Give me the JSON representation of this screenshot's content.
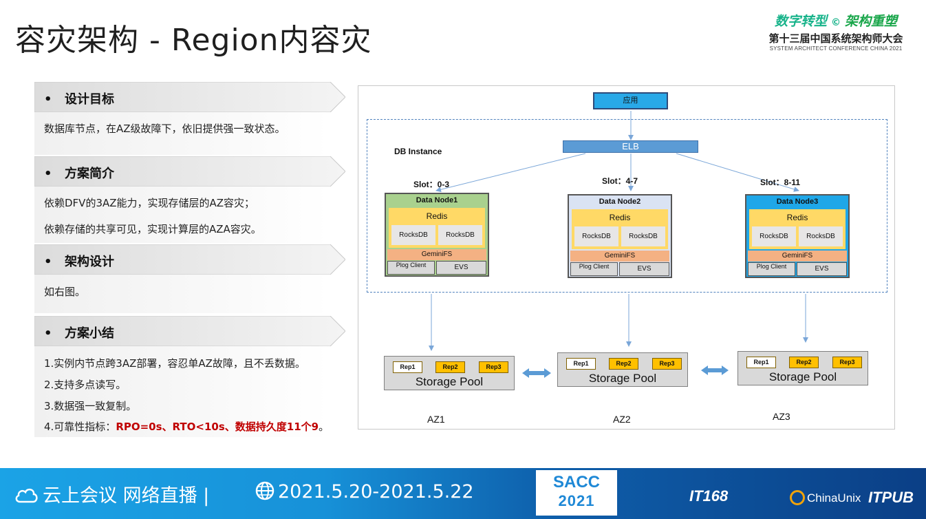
{
  "title": "容灾架构 - Region内容灾",
  "conference": {
    "tagline_left": "数字转型",
    "tagline_sep": "©",
    "tagline_right": "架构重塑",
    "name_zh": "第十三届中国系统架构师大会",
    "name_en": "SYSTEM ARCHITECT CONFERENCE CHINA 2021"
  },
  "sections": [
    {
      "bullet": "•",
      "heading": "设计目标",
      "lines": [
        "数据库节点，在AZ级故障下，依旧提供强一致状态。"
      ]
    },
    {
      "bullet": "•",
      "heading": "方案简介",
      "lines": [
        "依赖DFV的3AZ能力，实现存储层的AZ容灾；",
        "依赖存储的共享可见，实现计算层的AZA容灾。"
      ]
    },
    {
      "bullet": "•",
      "heading": "架构设计",
      "lines": [
        "如右图。"
      ]
    },
    {
      "bullet": "•",
      "heading": "方案小结",
      "lines": [
        "1.实例内节点跨3AZ部署，容忍单AZ故障，且不丢数据。",
        "2.支持多点读写。",
        "3.数据强一致复制。"
      ],
      "last_prefix": "4.可靠性指标：",
      "last_highlight": "RPO=0s、RTO<10s、数据持久度11个9",
      "last_suffix": "。"
    }
  ],
  "diagram": {
    "app": "应用",
    "elb": "ELB",
    "instance": "DB Instance",
    "nodes": [
      {
        "slot": "Slot：0-3",
        "name": "Data Node1",
        "color": "#a9d18e",
        "redis": "Redis",
        "rocks1": "RocksDB",
        "rocks2": "RocksDB",
        "fs": "GeminiFS",
        "plog": "Plog Client",
        "evs": "EVS"
      },
      {
        "slot": "Slot：4-7",
        "name": "Data Node2",
        "color": "#dae3f3",
        "redis": "Redis",
        "rocks1": "RocksDB",
        "rocks2": "RocksDB",
        "fs": "GeminiFS",
        "plog": "Plog Client",
        "evs": "EVS"
      },
      {
        "slot": "Slot：8-11",
        "name": "Data Node3",
        "color": "#1fa7e8",
        "redis": "Redis",
        "rocks1": "RocksDB",
        "rocks2": "RocksDB",
        "fs": "GeminiFS",
        "plog": "Plog Client",
        "evs": "EVS"
      }
    ],
    "pools": [
      {
        "label": "Storage Pool",
        "reps": [
          "Rep1",
          "Rep2",
          "Rep3"
        ],
        "az": "AZ1"
      },
      {
        "label": "Storage Pool",
        "reps": [
          "Rep1",
          "Rep2",
          "Rep3"
        ],
        "az": "AZ2"
      },
      {
        "label": "Storage Pool",
        "reps": [
          "Rep1",
          "Rep2",
          "Rep3"
        ],
        "az": "AZ3"
      }
    ]
  },
  "footer": {
    "meeting": "云上会议 网络直播 |",
    "date": "2021.5.20-2021.5.22",
    "sacc_top": "SACC",
    "sacc_year": "2021",
    "partner1": "IT168",
    "partner2": "ChinaUnix",
    "partner3": "ITPUB"
  },
  "colors": {
    "accent_red": "#c00000",
    "footer_blue": "#1791d8",
    "elb_blue": "#5b9bd5",
    "redis_yellow": "#ffd966",
    "geminifs_orange": "#f4b183"
  }
}
